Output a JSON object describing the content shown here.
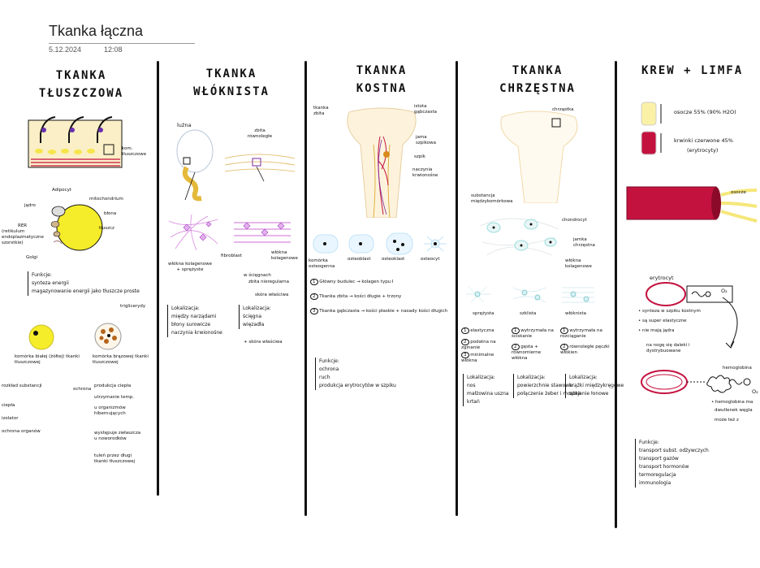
{
  "header": {
    "title": "Tkanka łączna",
    "date": "5.12.2024",
    "time": "12:08"
  },
  "columns": {
    "fat": {
      "title_l1": "TKANKA",
      "title_l2": "TŁUSZCZOWA",
      "kom_label": "kom. tłuszczowe",
      "adipocyt": "Adipocyt",
      "jadro": "jądro",
      "mitochondrium": "mitochondrium",
      "blona": "błona",
      "tluszcz": "tłuszcz",
      "rer": "RER",
      "rer_desc": "(retikulum endoplazmatyczne szorstkie)",
      "golgi": "Golgi",
      "funkcje_title": "Funkcje:",
      "funkcje": [
        "synteza energii",
        "magazynowanie energii jako tłuszcze proste"
      ],
      "trigly": "triglicerydy",
      "cell1": "komórka białej (żółtej) tkanki tłuszczowej",
      "cell2": "komórka brązowej tkanki tłuszczowej",
      "bottom_left": [
        "ochrona",
        "rozkład substancji",
        "ciepła",
        "izolator",
        "ochrona organów"
      ],
      "bottom_right": [
        "produkcja ciepła",
        "utrzymanie temp.",
        "u organizmów hibernujących",
        "występuje zwłaszcza u noworodków",
        "tuleń przez długi tkanki tłuszczowej"
      ]
    },
    "fibrous": {
      "title_l1": "TKANKA",
      "title_l2": "WŁÓKNISTA",
      "luzna": "luźna",
      "zbita": "zbita równoległe",
      "fibroblast": "fibroblast",
      "wl_kol": "włókna kolagenowe + sprężyste",
      "wl_kol2": "włókna kolagenowe",
      "w_sciegnach": "w ścięgnach",
      "nieregularne": "zbita nieregularna",
      "skora": "skóra właściwa",
      "lok1_title": "Lokalizacja:",
      "lok1": [
        "między narządami",
        "błony surowicze",
        "naczynia krwionośne"
      ],
      "lok2_title": "Lokalizacja:",
      "lok2": [
        "ścięgna",
        "więzadła"
      ],
      "lok3": "+ skóra właściwa"
    },
    "bone": {
      "title_l1": "TKANKA",
      "title_l2": "KOSTNA",
      "tkanka_zbita": "tkanka zbita",
      "istota_gabczasta": "istota gąbczasta",
      "jama_szpikowa": "jama szpikowa",
      "szpik": "szpik",
      "naczynia": "naczynia krwionośne",
      "cells": [
        "komórka osteogenna",
        "osteoblast",
        "osteoklast",
        "osteocyt"
      ],
      "steps": [
        "Główny budulec → kolagen typu I",
        "Tkanka zbita → kości długie + trzony",
        "Tkanka gąbczasta → kości płaskie + nasady kości długich"
      ],
      "funkcje_title": "Funkcje:",
      "funkcje": [
        "ochrona",
        "ruch",
        "produkcja erytrocytów w szpiku"
      ]
    },
    "cartilage": {
      "title_l1": "TKANKA",
      "title_l2": "CHRZĘSTNA",
      "chrzastka": "chrząstka",
      "substancja": "substancja międzykomórkowa",
      "chondrocyt": "chondrocyt",
      "jamka": "jamka chrzęstna",
      "wlokna": "włókna kolagenowe",
      "types": [
        "sprężysta",
        "szklista",
        "włóknista"
      ],
      "props": [
        "elastyczna",
        "podatna na zginanie",
        "minimalne włókna",
        "wytrzymała na ściskanie",
        "gęsta + równomierne włókna",
        "wytrzymała na rozciąganie",
        "równoległe pęczki włókien"
      ],
      "lok_title": "Lokalizacja:",
      "lok_a": [
        "nos",
        "małżowina uszna",
        "krtań"
      ],
      "lok_b": [
        "powierzchnie stawowe",
        "połączenie żeber i mostka"
      ],
      "lok_c": [
        "krążki międzykręgowe",
        "spojenie łonowe"
      ]
    },
    "blood": {
      "title": "KREW + LIMFA",
      "osocze": "osocze 55% (90% H2O)",
      "krwinki": "krwinki czerwone 45%",
      "erytrocyty": "(erytrocyty)",
      "osocze_tag": "osocze",
      "erytrocyt": "erytrocyt",
      "o2": "O₂",
      "facts": [
        "synteza w szpiku kostnym",
        "są super elastyczne",
        "nie mają jądra"
      ],
      "side_note": "na nogę się daleki i dystrybuowane",
      "hemoglobina": "hemoglobina",
      "o2b": "O₂",
      "hemo_note": [
        "hemoglobina ma",
        "dwutlenek węgla",
        "może też z"
      ],
      "funkcje_title": "Funkcje:",
      "funkcje": [
        "transport subst. odżywczych",
        "transport gazów",
        "transport hormonów",
        "termoregulacja",
        "immunologia"
      ]
    }
  },
  "colors": {
    "yellow": "#f5ec2a",
    "red": "#c4123f",
    "purple": "#b05ad6",
    "pink": "#d88adf"
  }
}
